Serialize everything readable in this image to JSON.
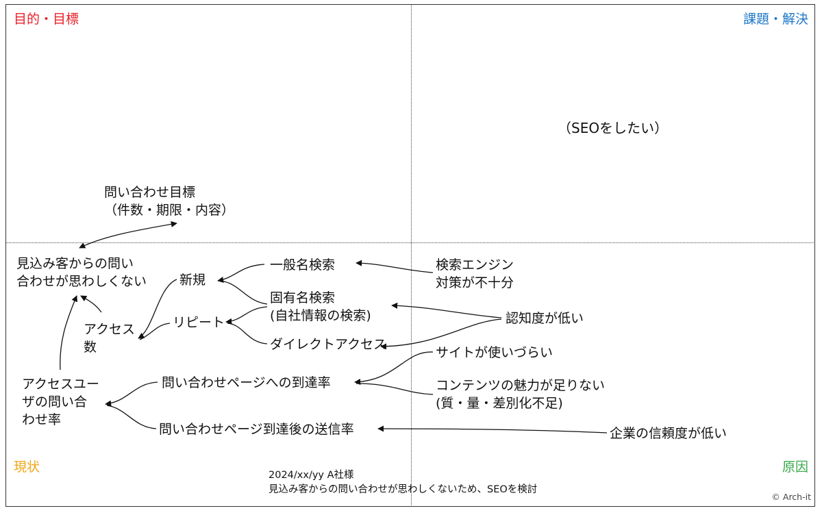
{
  "quadrants": {
    "goal": "目的・目標",
    "issue": "課題・解決",
    "current": "現状",
    "cause": "原因"
  },
  "nodes": {
    "seo": "（SEOをしたい）",
    "inquiry_goal": "問い合わせ目標\n（件数・期限・内容）",
    "few_inquiries": "見込み客からの問い\n合わせが思わしくない",
    "new": "新規",
    "repeat": "リピート",
    "access_count": "アクセス\n数",
    "general_search": "一般名検索",
    "proper_search": "固有名検索\n(自社情報の検索)",
    "direct_access": "ダイレクトアクセス",
    "search_engine": "検索エンジン\n対策が不十分",
    "low_awareness": "認知度が低い",
    "site_hard": "サイトが使いづらい",
    "content_weak": "コンテンツの魅力が足りない\n(質・量・差別化不足)",
    "low_trust": "企業の信頼度が低い",
    "reach_rate": "問い合わせページへの到達率",
    "send_rate": "問い合わせページ到達後の送信率",
    "user_rate": "アクセスユー\nザの問い合\nわせ率"
  },
  "footer": {
    "line1": "2024/xx/yy A社様",
    "line2": "見込み客からの問い合わせが思わしくないため、SEOを検討"
  },
  "copyright": "© Arch-it",
  "colors": {
    "goal": "#e8202a",
    "issue": "#1f78c8",
    "current": "#f0a818",
    "cause": "#3aa84a"
  }
}
